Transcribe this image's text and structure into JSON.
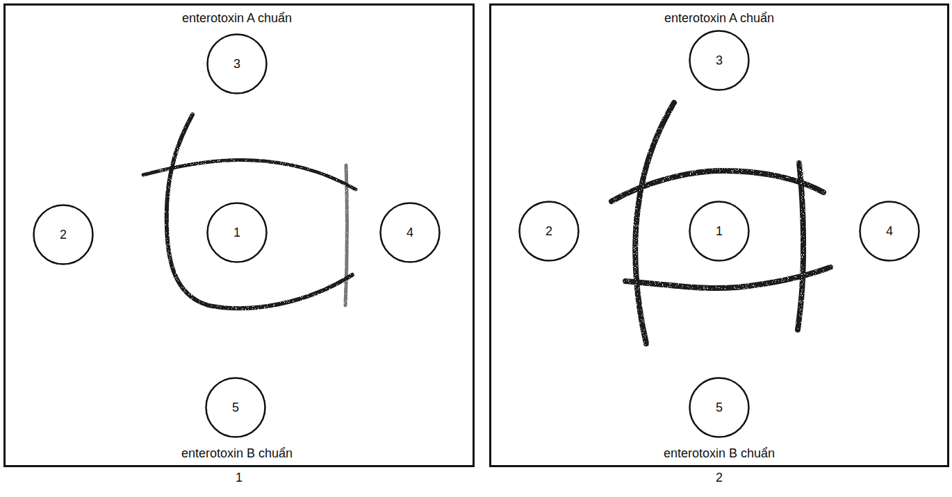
{
  "diagram": {
    "nodes": [
      {
        "text": [
          "1"
        ]
      },
      {
        "text": [
          "3"
        ],
        "in": 0
      },
      {
        "text": [
          "2"
        ],
        "in": 0
      },
      {
        "text": [
          "1"
        ],
        "in": 0
      },
      {
        "text": [
          "4"
        ],
        "in": 0
      },
      {
        "text": [
          "5"
        ],
        "in": 0
      },
      {
        "text": [
          "2"
        ]
      },
      {
        "text": [
          "3"
        ],
        "in": 6
      },
      {
        "text": [
          "2"
        ],
        "in": 6
      },
      {
        "text": [
          "1"
        ],
        "in": 6
      },
      {
        "text": [
          "4"
        ],
        "in": 6
      },
      {
        "text": [
          "5"
        ],
        "in": 6
      }
    ],
    "labels": [
      "enterotoxin A chuẩn",
      "enterotoxin B chuẩn",
      "enterotoxin A chuẩn",
      "enterotoxin B chuẩn"
    ]
  }
}
